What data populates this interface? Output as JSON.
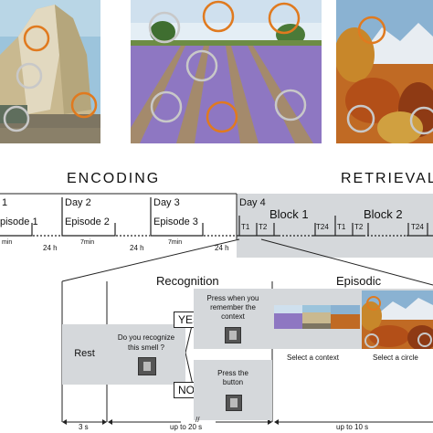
{
  "headings": {
    "encoding": "ENCODING",
    "retrieval": "RETRIEVAL"
  },
  "timeline": {
    "day1": "1",
    "episode1": "pisode 1",
    "duration1": "min",
    "gap1": "24 h",
    "day2": "Day 2",
    "episode2": "Episode 2",
    "duration2": "7min",
    "gap2": "24 h",
    "day3": "Day 3",
    "episode3": "Episode 3",
    "duration3": "7min",
    "gap3": "24 h",
    "day4": "Day 4",
    "block1": "Block 1",
    "block2": "Block 2",
    "trials": [
      "T1",
      "T2",
      "T24",
      "T1",
      "T2",
      "T24"
    ]
  },
  "phases": {
    "recognition": "Recognition",
    "episodic": "Episodic"
  },
  "trial": {
    "rest": "Rest",
    "question": [
      "Do you recognize",
      "this smell ?"
    ],
    "yes": "YES",
    "no": "NO",
    "yes_instruction": [
      "Press when you",
      "remember the",
      "context"
    ],
    "no_instruction": [
      "Press the",
      "button"
    ],
    "select_context": "Select a context",
    "select_circle": "Select a circle"
  },
  "durations": {
    "rest": "3 s",
    "recognition": "up to 20 s",
    "episodic": "up to 10 s"
  },
  "colors": {
    "panel_gray": "#d5d8db",
    "circle_orange": "#e07a1f",
    "circle_gray": "#c8c8c8"
  },
  "icons": [
    "odor-device-icon",
    "odor-device-icon",
    "odor-device-icon",
    "odor-device-icon"
  ]
}
